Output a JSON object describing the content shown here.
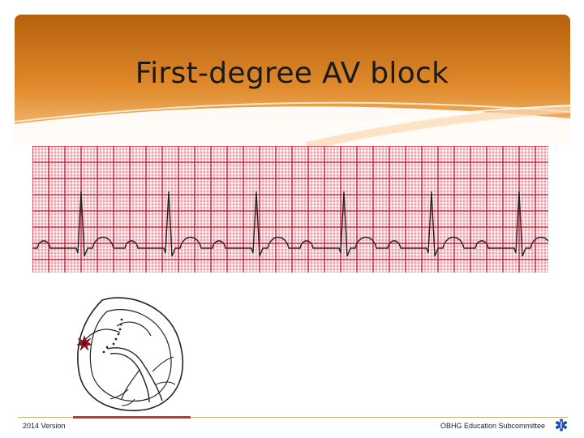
{
  "slide": {
    "title": "First-degree AV block",
    "footer_left": "2014 Version",
    "footer_right": "OBHG Education Subcommittee"
  },
  "colors": {
    "header_dark": "#b8640f",
    "header_light": "#f2b46a",
    "ecg_grid": "#d9001b",
    "ecg_background": "#ffffff",
    "ecg_trace": "#222222",
    "conduction_block": "#c0001a",
    "footer_accent": "#c0392b",
    "logo_blue": "#1f4fb5"
  },
  "icons": {
    "heart_diagram": "heart-conduction-diagram",
    "logo": "star-of-life-icon"
  }
}
